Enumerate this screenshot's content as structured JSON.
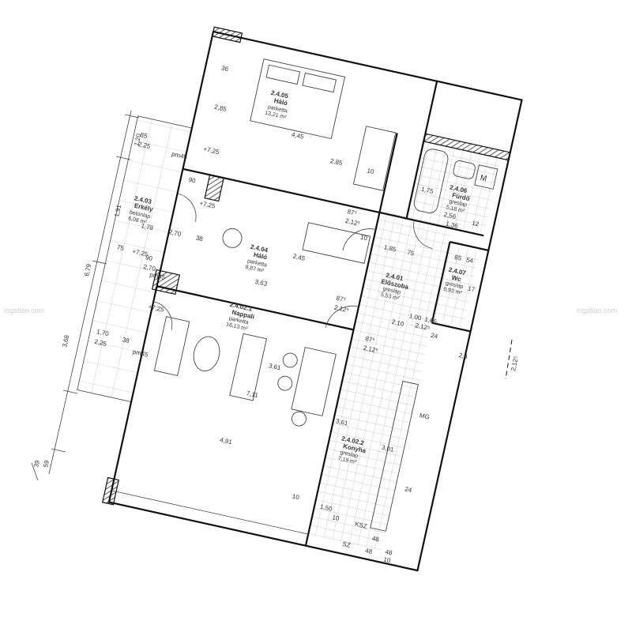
{
  "rooms": [
    {
      "code": "2.4.05",
      "name": "Háló",
      "floor": "parketta",
      "area": "13,21 m²"
    },
    {
      "code": "2.4.04",
      "name": "Háló",
      "floor": "parketta",
      "area": "8,87 m²"
    },
    {
      "code": "2.4.03",
      "name": "Erkély",
      "floor": "betonlap",
      "area": "6,08 m²"
    },
    {
      "code": "2.4.06",
      "name": "Fürdő",
      "floor": "greslap",
      "area": "5,18 m²"
    },
    {
      "code": "2.4.07",
      "name": "Wc",
      "floor": "greslap",
      "area": "0,93 m²"
    },
    {
      "code": "2.4.01",
      "name": "Előszoba",
      "floor": "greslap",
      "area": "5,53 m²"
    },
    {
      "code": "2.4.02.1",
      "name": "Nappali",
      "floor": "parketta",
      "area": "16,13 m²"
    },
    {
      "code": "2.4.02.2",
      "name": "Konyha",
      "floor": "greslap",
      "area": "7,19 m²"
    }
  ],
  "levels": [
    "+7,25",
    "+7,25",
    "+7,25",
    "+7,25"
  ],
  "side_dimensions": [
    "1,20",
    "1,91",
    "6,79",
    "3,68",
    "59",
    "39"
  ],
  "dimensions": [
    "36",
    "4,45",
    "2,85",
    "2,85",
    "10",
    "85",
    "2,25",
    "pm45",
    "1,75",
    "2,56",
    "1,36",
    "12",
    "87⁵",
    "2,12⁵",
    "54",
    "90",
    "10",
    "2,70",
    "38",
    "1,85",
    "75",
    "85",
    "17",
    "1,78",
    "2,45",
    "3,63",
    "2,12⁵",
    "87⁵",
    "1,66",
    "75",
    "90",
    "2,70",
    "pm45",
    "2,10",
    "1,00",
    "2,12⁵",
    "24",
    "2,4",
    "87⁵",
    "2,12⁵",
    "1,70",
    "38",
    "2,25",
    "pm45",
    "3,61",
    "7,11",
    "3,61",
    "MG",
    "3,01",
    "4,91",
    "24",
    "10",
    "1,50",
    "10",
    "KSZ",
    "48",
    "48",
    "SZ",
    "48",
    "10",
    "2,25"
  ],
  "fixture_label": "M",
  "watermark": "ingatlan.com",
  "colors": {
    "wall": "#111111",
    "grid": "#9a9a9a",
    "text": "#333333"
  }
}
